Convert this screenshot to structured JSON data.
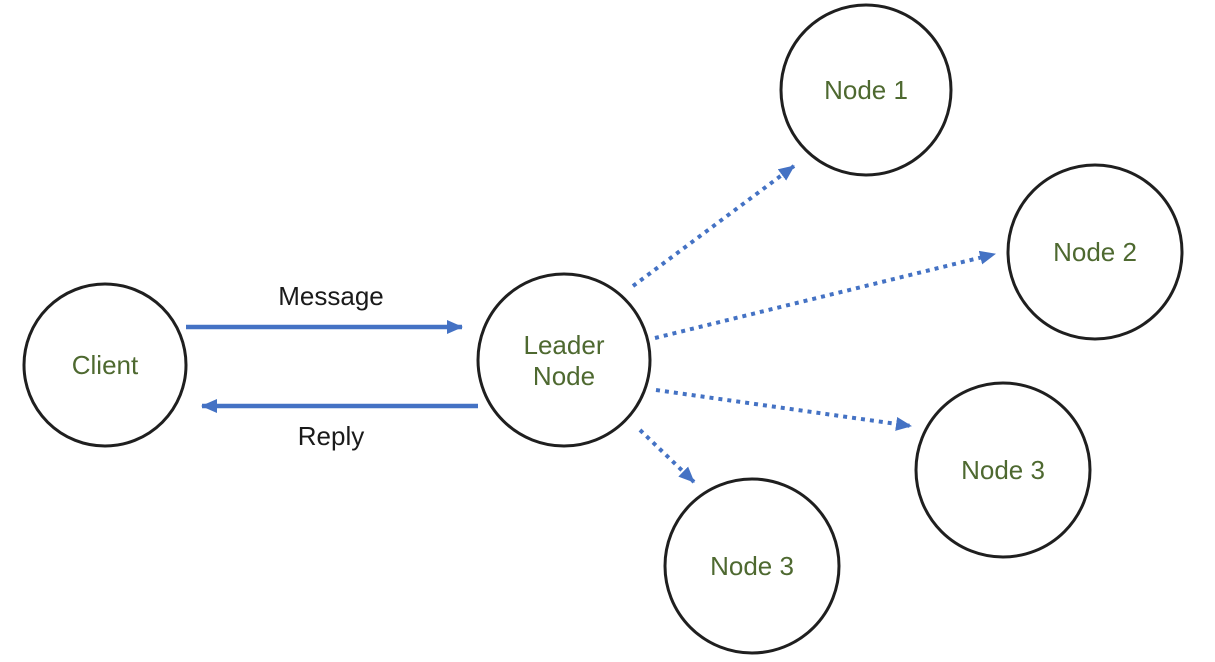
{
  "diagram": {
    "type": "cluster-leader-diagram",
    "nodes": {
      "client": {
        "label": "Client"
      },
      "leader": {
        "label_line1": "Leader",
        "label_line2": "Node"
      },
      "node1": {
        "label": "Node 1"
      },
      "node2": {
        "label": "Node 2"
      },
      "node3_right": {
        "label": "Node 3"
      },
      "node3_bottom": {
        "label": "Node 3"
      }
    },
    "edges": [
      {
        "from": "client",
        "to": "leader",
        "style": "solid",
        "label": "Message"
      },
      {
        "from": "leader",
        "to": "client",
        "style": "solid",
        "label": "Reply"
      },
      {
        "from": "leader",
        "to": "node1",
        "style": "dotted",
        "label": ""
      },
      {
        "from": "leader",
        "to": "node2",
        "style": "dotted",
        "label": ""
      },
      {
        "from": "leader",
        "to": "node3_right",
        "style": "dotted",
        "label": ""
      },
      {
        "from": "leader",
        "to": "node3_bottom",
        "style": "dotted",
        "label": ""
      }
    ],
    "edge_labels": {
      "message": "Message",
      "reply": "Reply"
    },
    "colors": {
      "arrow_blue": "#4472C4",
      "node_text_green": "#4E6930",
      "circle_stroke": "#1F1F1F",
      "label_text": "#1A1A1A",
      "background": "#FFFFFF"
    }
  }
}
